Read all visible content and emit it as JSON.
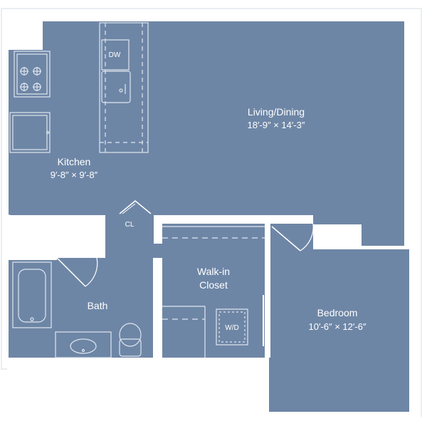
{
  "colors": {
    "floor": "#6e86a6",
    "wall": "#ffffff",
    "line": "#dfe6ef",
    "background": "#ffffff"
  },
  "rooms": {
    "living": {
      "name": "Living/Dining",
      "dims": "18′-9″ × 14′-3″"
    },
    "kitchen": {
      "name": "Kitchen",
      "dims": "9′-8″ × 9′-8″"
    },
    "walkin": {
      "name_line1": "Walk-in",
      "name_line2": "Closet"
    },
    "bath": {
      "name": "Bath"
    },
    "bedroom": {
      "name": "Bedroom",
      "dims": "10′-6″ × 12′-6″"
    }
  },
  "fixtures": {
    "dishwasher": "DW",
    "closet": "CL",
    "washer_dryer": "W/D"
  },
  "icons": [
    "stove-icon",
    "refrigerator-icon",
    "sink-icon",
    "bathtub-icon",
    "toilet-icon",
    "door-swing-icon"
  ]
}
